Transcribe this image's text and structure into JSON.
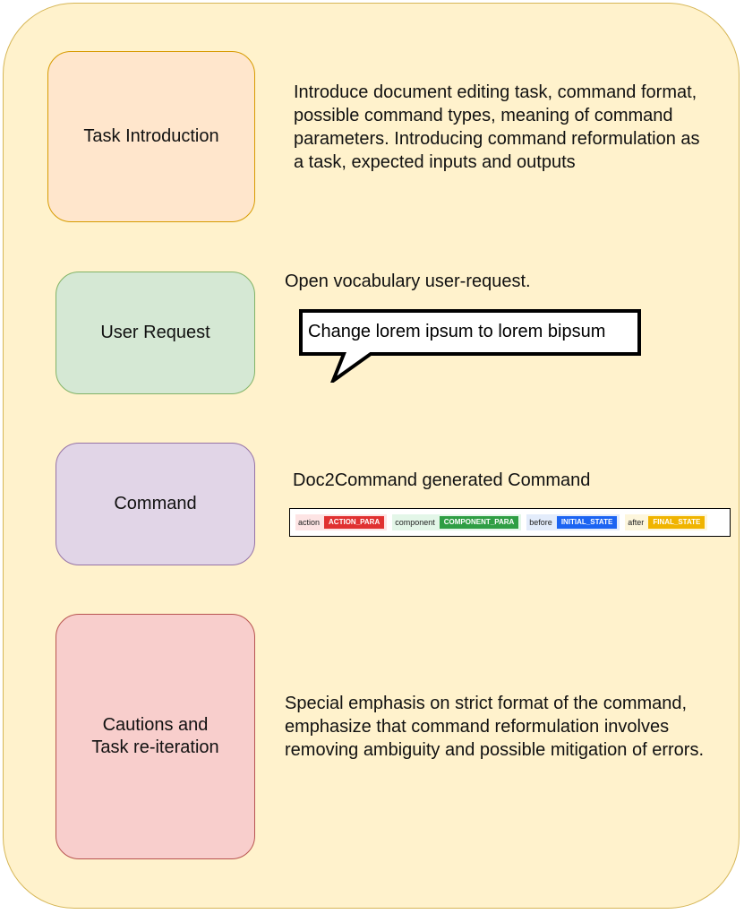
{
  "boxes": {
    "task_intro": "Task Introduction",
    "user_request": "User Request",
    "command": "Command",
    "cautions_line1": "Cautions and",
    "cautions_line2": "Task re-iteration"
  },
  "descriptions": {
    "task_intro": "Introduce document editing task, command format, possible command types, meaning of command parameters. Introducing command reformulation as a task, expected inputs and outputs",
    "user_request": "Open vocabulary user-request.",
    "command": "Doc2Command generated Command",
    "cautions": "Special emphasis on strict format of the command, emphasize that command reformulation involves removing ambiguity and possible mitigation of errors."
  },
  "speech_bubble": {
    "text": "Change lorem ipsum to lorem bipsum"
  },
  "command_strip": {
    "params": [
      {
        "key": "action",
        "tag": "ACTION_PARA",
        "tag_color": "#e03131",
        "bg_color": "#fde4e4"
      },
      {
        "key": "component",
        "tag": "COMPONENT_PARA",
        "tag_color": "#2f9e44",
        "bg_color": "#e3f6e8"
      },
      {
        "key": "before",
        "tag": "INITIAL_STATE",
        "tag_color": "#1c64f2",
        "bg_color": "#e3ecfb"
      },
      {
        "key": "after",
        "tag": "FINAL_STATE",
        "tag_color": "#f0b400",
        "bg_color": "#fdf6dc"
      }
    ]
  }
}
